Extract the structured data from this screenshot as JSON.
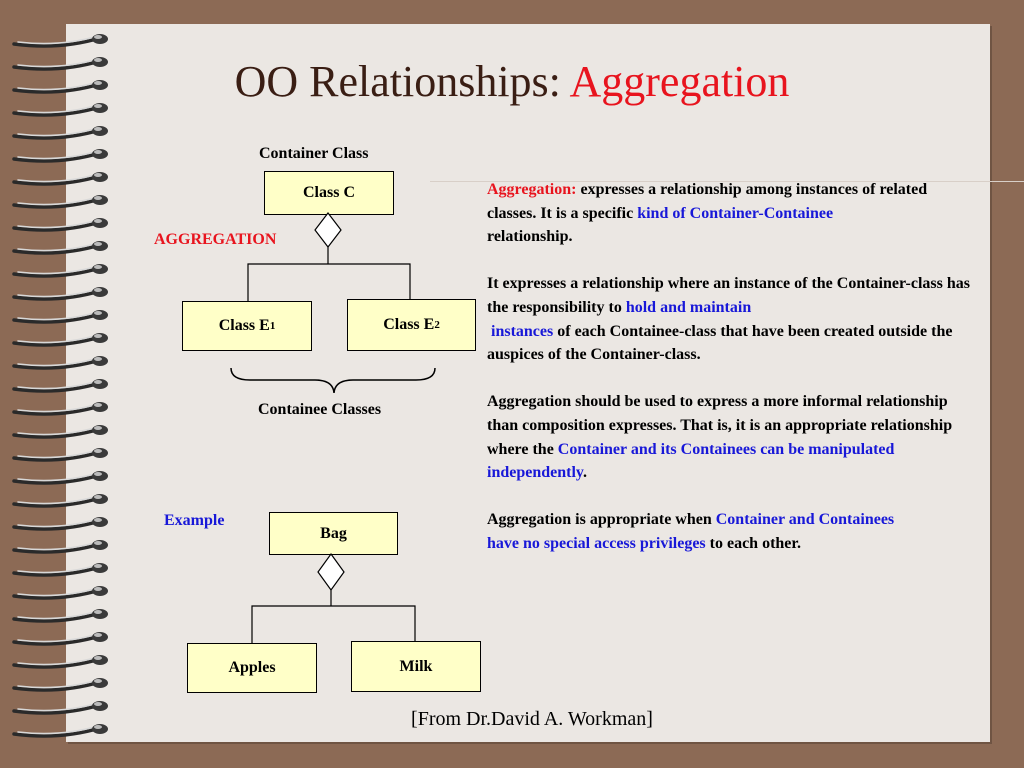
{
  "title": {
    "main": "OO Relationships:",
    "accent": "Aggregation"
  },
  "colors": {
    "accent_red": "#e8141e",
    "accent_blue": "#1818d8",
    "box_fill": "#ffffc8",
    "background": "#8c6a55",
    "sheet": "#ebe7e3"
  },
  "diagram": {
    "container_label": "Container Class",
    "container_box": "Class C",
    "relation_label": "AGGREGATION",
    "containee_1": {
      "text": "Class E",
      "sub": "1"
    },
    "containee_2": {
      "text": "Class E",
      "sub": "2"
    },
    "containee_label": "Containee Classes"
  },
  "example": {
    "label": "Example",
    "container": "Bag",
    "item_1": "Apples",
    "item_2": "Milk"
  },
  "description": {
    "p1": {
      "term": "Aggregation:",
      "t1": " expresses a relationship among instances of related classes.  It is a specific ",
      "hl1": "kind of Container-Containee",
      "t2": "relationship."
    },
    "p2": {
      "t1": "It expresses a relationship where an instance of the Container-class has the responsibility to ",
      "hl1": "hold and maintain",
      "hl2": "instances",
      "t2": " of each Containee-class that have been created outside the auspices of the Container-class."
    },
    "p3": {
      "t1": "Aggregation should be used to express a more informal relationship than composition expresses.  That is, it is an appropriate relationship where the ",
      "hl1": "Container and its Containees can be manipulated independently",
      "t2": "."
    },
    "p4": {
      "t1": "Aggregation is appropriate when ",
      "hl1": "Container and Containees",
      "hl2": "have no special access privileges",
      "t2": " to each other."
    }
  },
  "credit": "[From Dr.David A. Workman]",
  "icons": {
    "binding": "spiral-binding-icon",
    "aggregation": "diamond-icon",
    "brace": "curly-brace-icon"
  }
}
